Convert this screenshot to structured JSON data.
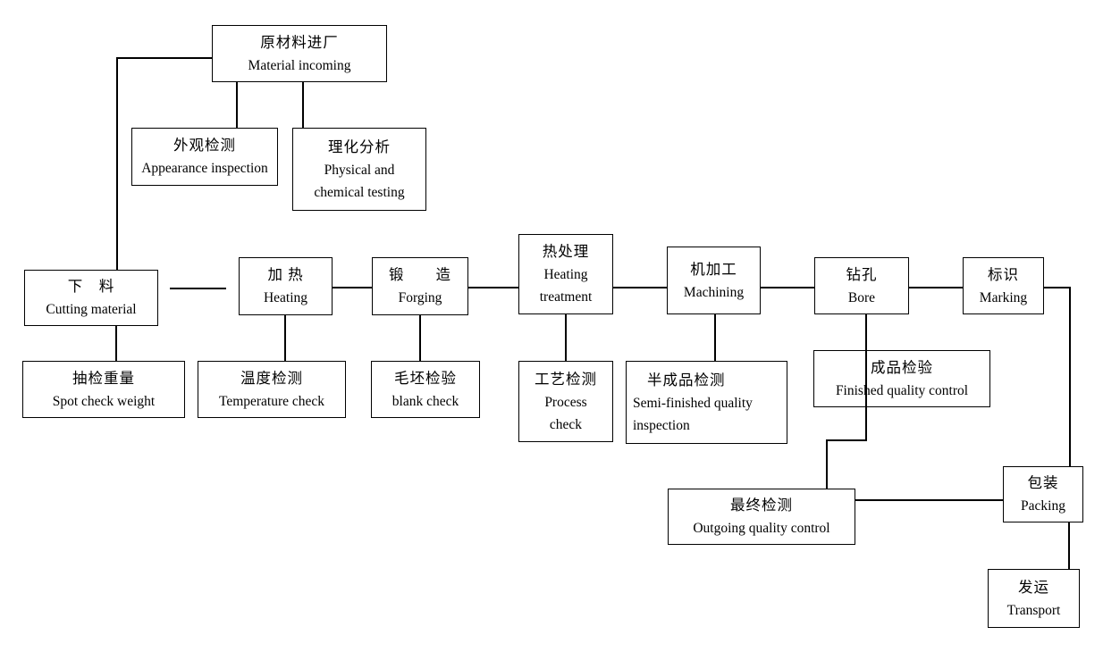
{
  "diagram_title": "Forging process flow with quality inspection points",
  "colors": {
    "line": "#000000",
    "border": "#000000",
    "background": "#ffffff",
    "text": "#000000"
  },
  "nodes": {
    "material_incoming": {
      "zh": "原材料进厂",
      "en": "Material incoming"
    },
    "appearance_inspection": {
      "zh": "外观检测",
      "en": "Appearance inspection"
    },
    "physical_chemical": {
      "zh": "理化分析",
      "en": "Physical and\nchemical testing"
    },
    "cutting_material": {
      "zh": "下　料",
      "en": "Cutting material"
    },
    "heating": {
      "zh": "加 热",
      "en": "Heating"
    },
    "forging": {
      "zh": "锻　　造",
      "en": "Forging"
    },
    "heat_treatment": {
      "zh": "热处理",
      "en": "Heating\ntreatment"
    },
    "machining": {
      "zh": "机加工",
      "en": "Machining"
    },
    "bore": {
      "zh": "钻孔",
      "en": "Bore"
    },
    "marking": {
      "zh": "标识",
      "en": "Marking"
    },
    "spot_check_weight": {
      "zh": "抽检重量",
      "en": "Spot check weight"
    },
    "temperature_check": {
      "zh": "温度检测",
      "en": "Temperature check"
    },
    "blank_check": {
      "zh": "毛坯检验",
      "en": "blank check"
    },
    "process_check": {
      "zh": "工艺检测",
      "en": "Process\ncheck"
    },
    "semi_finished": {
      "zh": "半成品检测",
      "en": "Semi-finished quality\ninspection"
    },
    "finished_qc": {
      "zh": "成品检验",
      "en": "Finished quality control"
    },
    "outgoing_qc": {
      "zh": "最终检测",
      "en": "Outgoing quality control"
    },
    "packing": {
      "zh": "包装",
      "en": "Packing"
    },
    "transport": {
      "zh": "发运",
      "en": "Transport"
    }
  }
}
